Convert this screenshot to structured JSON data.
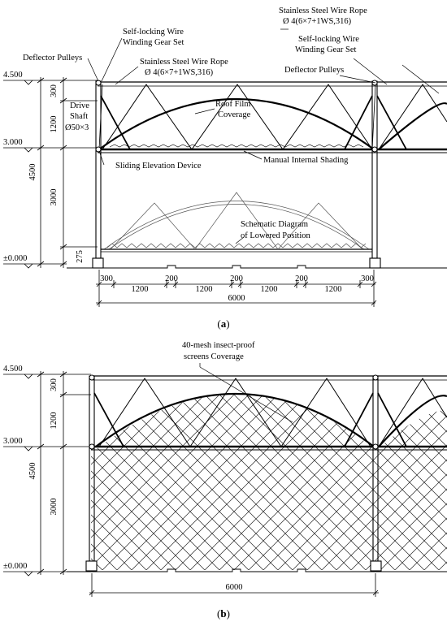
{
  "panel_a": {
    "caption_open": "(",
    "caption_letter": "a",
    "caption_close": ")",
    "elev_top": "4.500",
    "elev_mid": "3.000",
    "elev_base": "±0.000",
    "labels": {
      "deflector_left": "Deflector Pulleys",
      "gear_left_1": "Self-locking Wire",
      "gear_left_2": "Winding Gear Set",
      "rope_left_1": "Stainless Steel Wire Rope",
      "rope_left_2": "Ø 4(6×7+1WS,316)",
      "rope_right_1": "Stainless Steel Wire Rope",
      "rope_right_2": "Ø 4(6×7+1WS,316)",
      "gear_right_1": "Self-locking Wire",
      "gear_right_2": "Winding Gear Set",
      "deflector_right": "Deflector Pulleys",
      "drive_1": "Drive",
      "drive_2": "Shaft",
      "drive_3": "Ø50×3",
      "film_1": "Roof Film",
      "film_2": "Coverage",
      "sliding": "Sliding Elevation Device",
      "shading": "Manual Internal Shading",
      "schem_1": "Schematic Diagram",
      "schem_2": "of Lowered Position"
    },
    "vdims": {
      "d300": "300",
      "d1200": "1200",
      "d4500": "4500",
      "d3000": "3000",
      "d275": "275"
    },
    "hdims": [
      "300",
      "1200",
      "200",
      "1200",
      "200",
      "1200",
      "200",
      "1200",
      "300"
    ],
    "total": "6000"
  },
  "panel_b": {
    "caption_open": "(",
    "caption_letter": "b",
    "caption_close": ")",
    "elev_top": "4.500",
    "elev_mid": "3.000",
    "elev_base": "±0.000",
    "screen_1": "40-mesh insect-proof",
    "screen_2": "screens Coverage",
    "vdims": {
      "d300": "300",
      "d1200": "1200",
      "d4500": "4500",
      "d3000": "3000"
    },
    "total": "6000"
  }
}
